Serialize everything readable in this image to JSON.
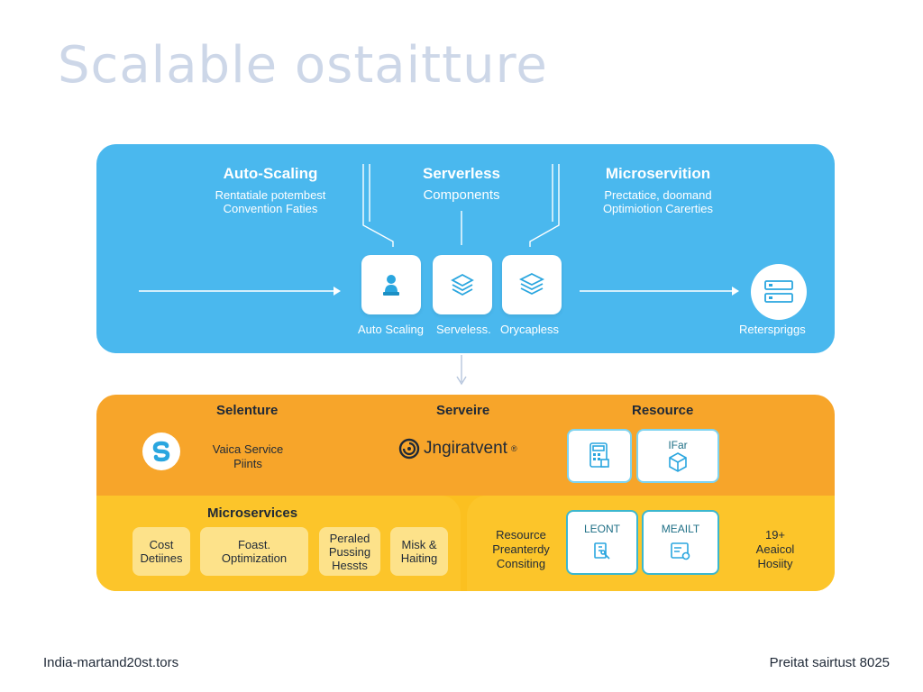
{
  "title": "Scalable ostaitture",
  "top_panel": {
    "columns": [
      {
        "heading": "Auto-Scaling",
        "sub1": "Rentatiale potembest",
        "sub2": "Convention Faties"
      },
      {
        "heading": "Serverless",
        "sub1": "Components",
        "sub2": ""
      },
      {
        "heading": "Microservition",
        "sub1": "Prectatice, doomand",
        "sub2": "Optimiotion Carerties"
      }
    ],
    "tiles": [
      {
        "label": "Auto Scaling",
        "icon": "person-icon"
      },
      {
        "label": "Serveless.",
        "icon": "layers-icon"
      },
      {
        "label": "Orycapless",
        "icon": "stack-icon"
      }
    ],
    "right_icon": "server-list-icon",
    "right_label": "Reterspriggs"
  },
  "orange_panel": {
    "headings": [
      "Selenture",
      "Serveire",
      "Resource"
    ],
    "service_text_1": "Vaica Service",
    "service_text_2": "Piints",
    "brand": "Jngiratvent",
    "brand_mark": "®",
    "resource_cards": [
      {
        "label": "",
        "icon": "calculator-icon"
      },
      {
        "label": "IFar",
        "icon": "cube-icon"
      }
    ]
  },
  "yellow_panel": {
    "heading": "Microservices",
    "chips": [
      {
        "line1": "Cost",
        "line2": "Detiines"
      },
      {
        "line1": "Foast.",
        "line2": "Optimization"
      },
      {
        "line1": "Peraled",
        "line2": "Pussing",
        "line3": "Hessts"
      },
      {
        "line1": "Misk &",
        "line2": "Haiting"
      }
    ],
    "resource_text_1": "Resource",
    "resource_text_2": "Preanterdy",
    "resource_text_3": "Consiting",
    "cards": [
      {
        "label": "LEONT",
        "icon": "edit-doc-icon"
      },
      {
        "label": "MEAILT",
        "icon": "settings-form-icon"
      }
    ],
    "right_text_1": "19+",
    "right_text_2": "Aeaicol",
    "right_text_3": "Hosiity"
  },
  "footer": {
    "left": "India-martand20st.tors",
    "right": "Preitat sairtust 8025"
  },
  "colors": {
    "blue": "#4ab8ee",
    "orange": "#f7a52a",
    "yellow": "#fcc52a",
    "title": "#cdd7e8"
  }
}
